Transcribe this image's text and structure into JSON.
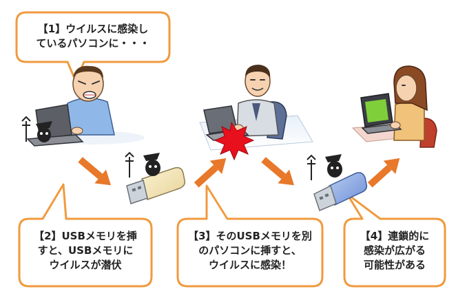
{
  "steps": [
    {
      "lines": [
        "【1】ウイルスに感染し",
        "ているパソコンに・・・"
      ]
    },
    {
      "lines": [
        "【2】USBメモリを挿",
        "すと、USBメモリに",
        "ウイルスが潜伏"
      ]
    },
    {
      "lines": [
        "【3】そのUSBメモリを別",
        "のパソコンに挿すと、",
        "ウイルスに感染！"
      ]
    },
    {
      "lines": [
        "【4】連鎖的に",
        "感染が広がる",
        "可能性がある"
      ]
    }
  ],
  "colors": {
    "bubble_border": "#f09a3e",
    "arrow": "#e8782a",
    "burst": "#e8101c"
  }
}
